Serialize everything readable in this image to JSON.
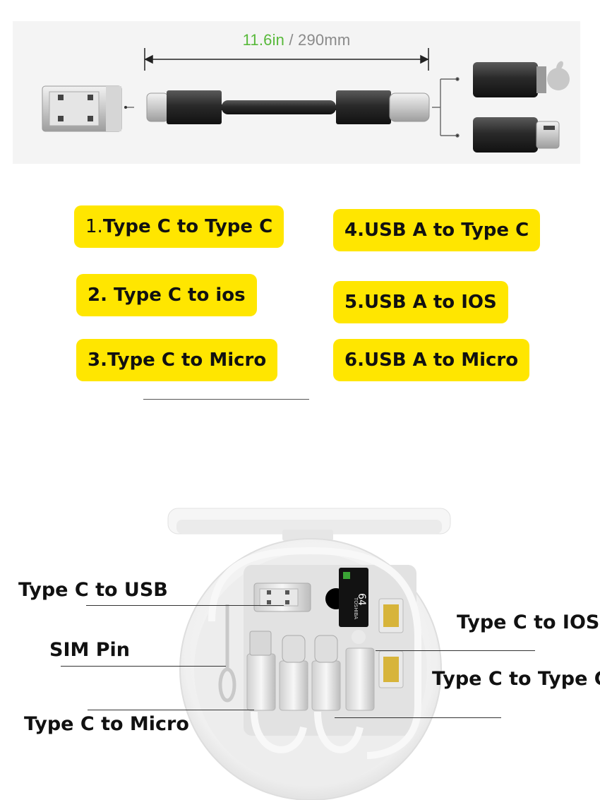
{
  "dimension": {
    "length_in": "11.6in",
    "separator": " / ",
    "length_mm": "290mm"
  },
  "labels": [
    {
      "num": "1.",
      "text": "Type  C to Type C"
    },
    {
      "num": "",
      "text": "2. Type  C to ios"
    },
    {
      "num": "",
      "text": "3.Type  C to Micro"
    },
    {
      "num": "",
      "text": "4.USB A to Type C"
    },
    {
      "num": "",
      "text": "5.USB A to IOS"
    },
    {
      "num": "",
      "text": "6.USB A to Micro"
    }
  ],
  "callouts": {
    "type_c_to_usb": "Type C to USB",
    "sim_pin": "SIM Pin",
    "type_c_to_micro": "Type C to Micro",
    "type_c_to_ios": "Type C to IOS",
    "type_c_to_type_c": "Type C to Type C"
  },
  "sd_card": {
    "brand": "TOSHIBA",
    "capacity": "64"
  },
  "colors": {
    "accent_yellow": "#ffe600",
    "dimension_green": "#58b93a",
    "sim_gold": "#d7b43a"
  }
}
